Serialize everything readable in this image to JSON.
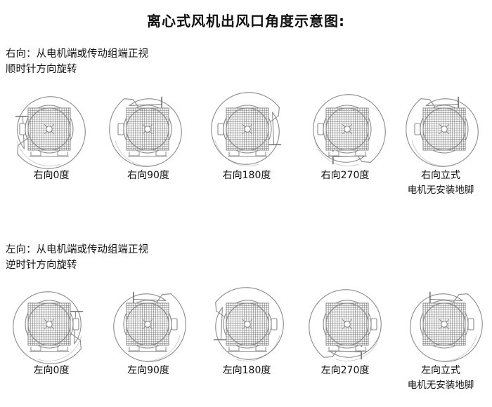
{
  "title": "离心式风机出风口角度示意图:",
  "sections": [
    {
      "id": "right-hand",
      "intro_line1": "右向：从电机端或传动组端正视",
      "intro_line2": "顺时针方向旋转",
      "fans": [
        {
          "caption": "右向0度",
          "caption_sub": "",
          "angle": 0,
          "mirrored": false,
          "feet": true
        },
        {
          "caption": "右向90度",
          "caption_sub": "",
          "angle": 90,
          "mirrored": false,
          "feet": true
        },
        {
          "caption": "右向180度",
          "caption_sub": "",
          "angle": 180,
          "mirrored": false,
          "feet": true
        },
        {
          "caption": "右向270度",
          "caption_sub": "",
          "angle": 270,
          "mirrored": false,
          "feet": true
        },
        {
          "caption": "右向立式",
          "caption_sub": "电机无安装地脚",
          "angle": 90,
          "mirrored": false,
          "feet": false
        }
      ]
    },
    {
      "id": "left-hand",
      "intro_line1": "左向：从电机端或传动组端正视",
      "intro_line2": "逆时针方向旋转",
      "fans": [
        {
          "caption": "左向0度",
          "caption_sub": "",
          "angle": 0,
          "mirrored": true,
          "feet": true
        },
        {
          "caption": "左向90度",
          "caption_sub": "",
          "angle": 90,
          "mirrored": true,
          "feet": true
        },
        {
          "caption": "左向180度",
          "caption_sub": "",
          "angle": 180,
          "mirrored": true,
          "feet": true
        },
        {
          "caption": "左向270度",
          "caption_sub": "",
          "angle": 270,
          "mirrored": true,
          "feet": true
        },
        {
          "caption": "左向立式",
          "caption_sub": "电机无安装地脚",
          "angle": 90,
          "mirrored": true,
          "feet": false
        }
      ]
    }
  ],
  "colors": {
    "line": "#8a8a8a",
    "line_dark": "#6f6f6f",
    "text": "#111111",
    "background": "#ffffff"
  }
}
